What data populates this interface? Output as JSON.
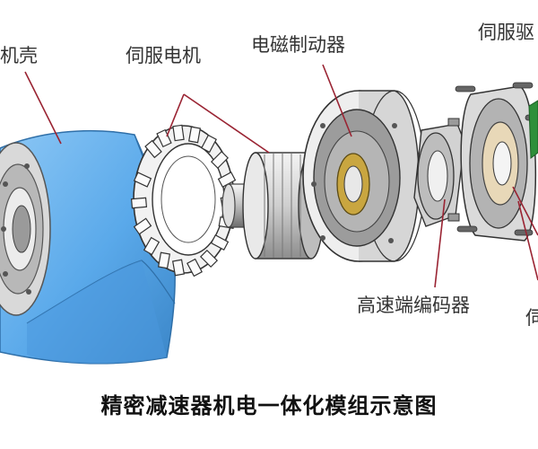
{
  "labels": {
    "housing": "机壳",
    "servo_motor": "伺服电机",
    "brake": "电磁制动器",
    "servo_drive": "伺服驱",
    "encoder": "高速端编码器",
    "right_edge": "伺"
  },
  "caption": "精密减速器机电一体化模组示意图",
  "colors": {
    "housing_blue": "#5aa9ea",
    "housing_blue_dark": "#3b86c8",
    "metal_light": "#e6e6e6",
    "metal_mid": "#bdbdbd",
    "metal_dark": "#7a7a7a",
    "pointer_red": "#9a2433",
    "brake_gold": "#c9a640",
    "pcb_green": "#2f8f3a"
  }
}
